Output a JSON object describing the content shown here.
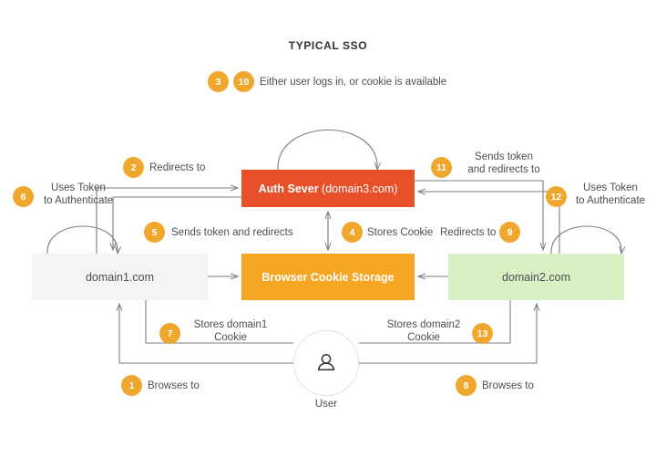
{
  "diagram": {
    "title": "TYPICAL SSO",
    "colors": {
      "auth_box": "#e8502a",
      "cookie_box": "#f5a623",
      "domain1_box": "#f4f4f4",
      "domain2_box": "#d9f0c4",
      "badge": "#f0a72e",
      "connector": "#7a7f85",
      "text": "#4a4f54"
    },
    "nodes": {
      "auth": {
        "label_main": "Auth Sever ",
        "label_sub": "(domain3.com)"
      },
      "domain1": {
        "label": "domain1.com"
      },
      "cookie": {
        "label": "Browser Cookie Storage"
      },
      "domain2": {
        "label": "domain2.com"
      },
      "user": {
        "label": "User",
        "icon": "user-icon"
      }
    },
    "steps": [
      {
        "n": "1",
        "text": "Browses to"
      },
      {
        "n": "2",
        "text": "Redirects to"
      },
      {
        "n": "3",
        "text": "Either user logs in, or cookie is available"
      },
      {
        "n": "4",
        "text": "Stores Cookie"
      },
      {
        "n": "5",
        "text": "Sends token and redirects"
      },
      {
        "n": "6",
        "text": "Uses Token\nto Authenticate"
      },
      {
        "n": "7",
        "text": "Stores domain1\nCookie"
      },
      {
        "n": "8",
        "text": "Browses to"
      },
      {
        "n": "9",
        "text": "Redirects to"
      },
      {
        "n": "10",
        "text": "Either user logs in, or cookie is available"
      },
      {
        "n": "11",
        "text": "Sends token\nand redirects to"
      },
      {
        "n": "12",
        "text": "Uses Token\nto Authenticate"
      },
      {
        "n": "13",
        "text": "Stores domain2\nCookie"
      }
    ]
  }
}
